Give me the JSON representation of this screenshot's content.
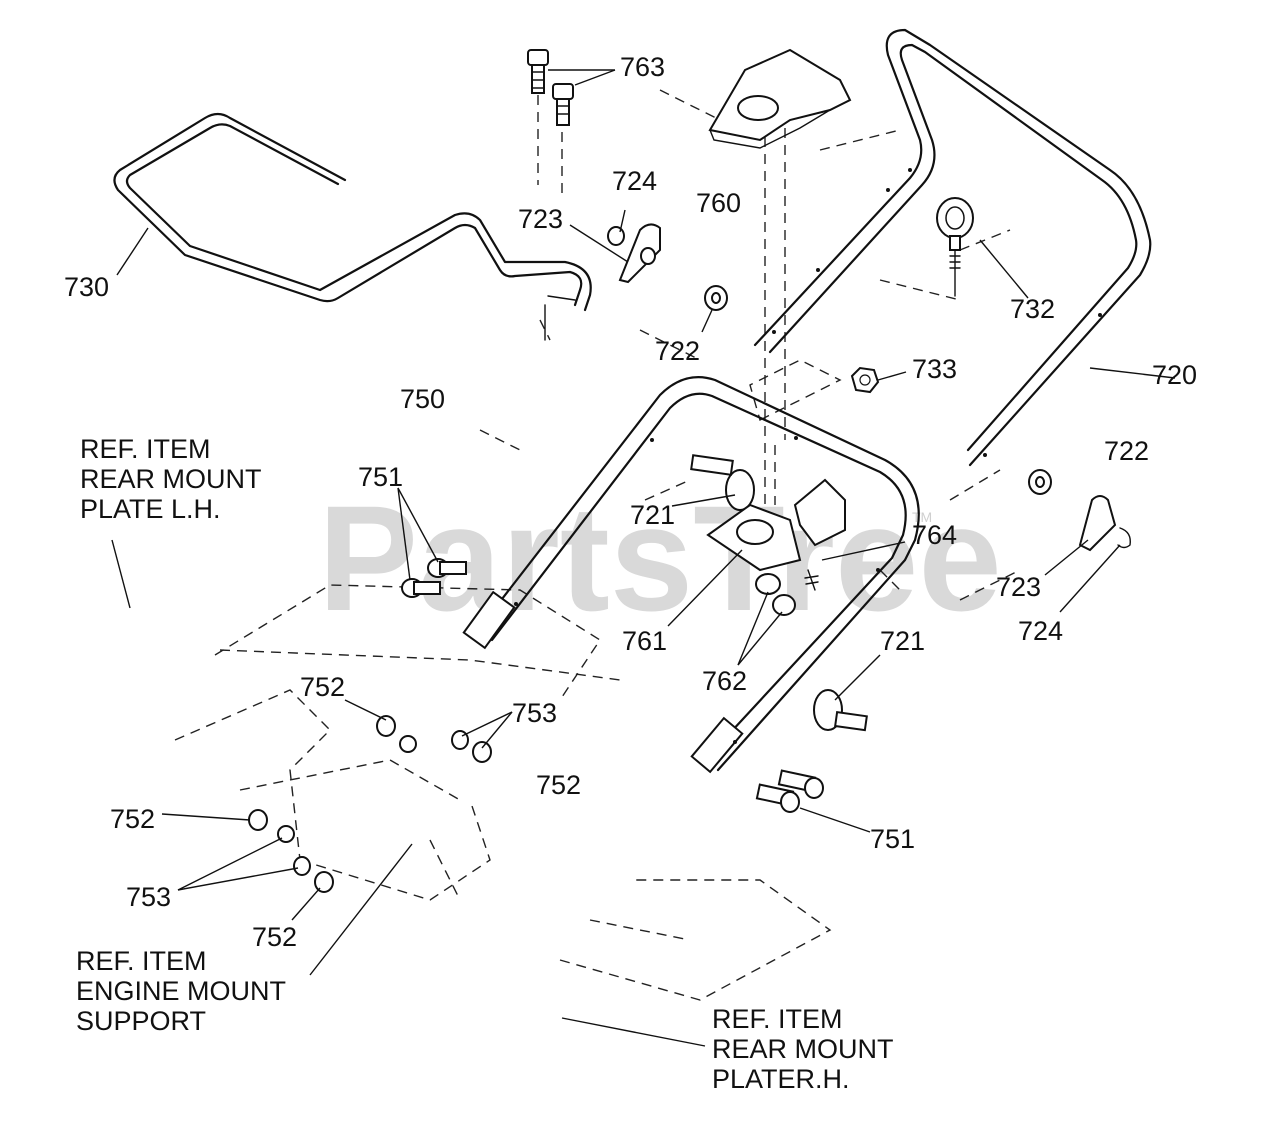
{
  "watermark": {
    "text": "PartsTree",
    "tm": "TM"
  },
  "part_labels": {
    "p763": "763",
    "p724a": "724",
    "p723a": "723",
    "p760": "760",
    "p730": "730",
    "p732": "732",
    "p722a": "722",
    "p733": "733",
    "p720": "720",
    "p750": "750",
    "p722b": "722",
    "p751a": "751",
    "p721a": "721",
    "p764": "764",
    "p723b": "723",
    "p724b": "724",
    "p761": "761",
    "p721b": "721",
    "p762": "762",
    "p752a": "752",
    "p753a": "753",
    "p752b": "752",
    "p752c": "752",
    "p751b": "751",
    "p753b": "753",
    "p752d": "752"
  },
  "references": {
    "rear_mount_lh": [
      "REF. ITEM",
      "REAR MOUNT",
      "PLATE L.H."
    ],
    "engine_mount": [
      "REF. ITEM",
      "ENGINE MOUNT",
      "SUPPORT"
    ],
    "rear_mount_rh": [
      "REF. ITEM",
      "REAR MOUNT",
      "PLATER.H."
    ]
  }
}
